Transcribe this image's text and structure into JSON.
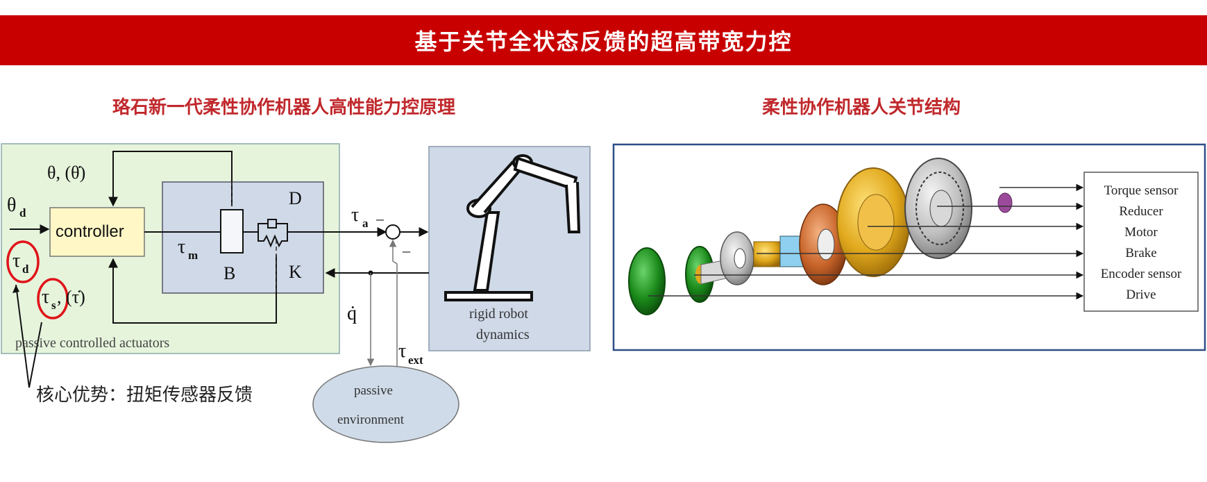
{
  "header": {
    "title": "基于关节全状态反馈的超高带宽力控"
  },
  "left_panel": {
    "subtitle": "珞石新一代柔性协作机器人高性能力控原理",
    "labels": {
      "theta_feedback": "θ, (θ̇)",
      "theta_d": "θ",
      "theta_d_sub": "d",
      "tau_d": "τ",
      "tau_d_sub": "d",
      "tau_s": "τ",
      "tau_s_sub": "s",
      "tau_s_dot": ", (τ̇)",
      "controller": "controller",
      "tau_m": "τ",
      "tau_m_sub": "m",
      "b": "B",
      "d": "D",
      "k": "K",
      "tau_a": "τ",
      "tau_a_sub": "a",
      "minus_top": "–",
      "minus_bottom": "–",
      "q_dot": "q̇",
      "tau_ext": "τ",
      "tau_ext_sub": "ext",
      "passive_actuators": "passive controlled actuators",
      "rigid_robot_line1": "rigid robot",
      "rigid_robot_line2": "dynamics",
      "env_line1": "passive",
      "env_line2": "environment"
    },
    "caption": "核心优势：扭矩传感器反馈",
    "colors": {
      "actuator_bg": "#e6f4dc",
      "joint_bg": "#cfd9e8",
      "controller_bg": "#fff7c6",
      "robot_bg": "#cfd9e8",
      "env_bg": "#cfdbe8",
      "highlight": "#e0141a"
    }
  },
  "right_panel": {
    "subtitle": "柔性协作机器人关节结构",
    "components": [
      "Torque sensor",
      "Reducer",
      "Motor",
      "Brake",
      "Encoder sensor",
      "Drive"
    ],
    "colors": {
      "frame": "#2d4e86",
      "gear": "#e0a81c",
      "pcb": "#1a8a1a",
      "motor": "#c0c0c0",
      "copper": "#c8642a"
    }
  }
}
